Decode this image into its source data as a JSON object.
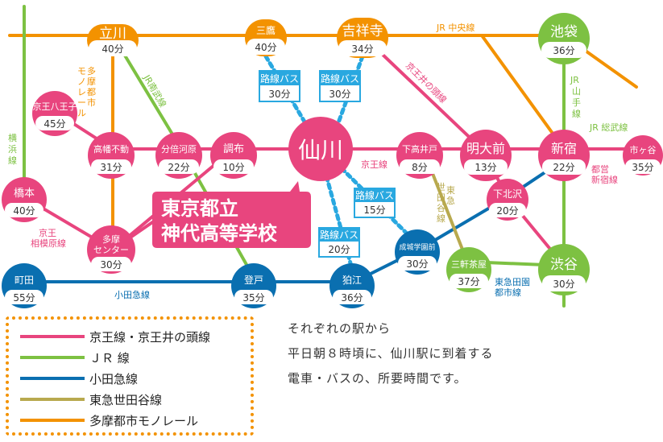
{
  "colors": {
    "keio": "#e8457e",
    "jr": "#7dc142",
    "odakyu": "#0a6fb0",
    "setagaya": "#b8a94e",
    "monorail": "#f39200",
    "bus": "#29a8e0",
    "school_bg": "#e8457e"
  },
  "stations": {
    "tachikawa": {
      "name": "立川",
      "time": "40分"
    },
    "mitaka": {
      "name": "三鷹",
      "time": "40分"
    },
    "kichijoji": {
      "name": "吉祥寺",
      "time": "34分"
    },
    "ikebukuro": {
      "name": "池袋",
      "time": "36分"
    },
    "keio_hachioji": {
      "name": "京王八王子",
      "time": "45分"
    },
    "takahatafudo": {
      "name": "高幡不動",
      "time": "31分"
    },
    "bubaigawara": {
      "name": "分倍河原",
      "time": "22分"
    },
    "chofu": {
      "name": "調布",
      "time": "10分"
    },
    "sengawa": {
      "name": "仙川"
    },
    "shimotakaido": {
      "name": "下高井戸",
      "time": "8分"
    },
    "meidaimae": {
      "name": "明大前",
      "time": "13分"
    },
    "shinjuku": {
      "name": "新宿",
      "time": "22分"
    },
    "ichigaya": {
      "name": "市ヶ谷",
      "time": "35分"
    },
    "hashimoto": {
      "name": "橋本",
      "time": "40分"
    },
    "tama_center": {
      "name": "多摩\nセンター",
      "time": "30分"
    },
    "shimokitazawa": {
      "name": "下北沢",
      "time": "20分"
    },
    "seijogakuenmae": {
      "name": "成城学園前",
      "time": "30分"
    },
    "sangenjaya": {
      "name": "三軒茶屋",
      "time": "37分"
    },
    "shibuya": {
      "name": "渋谷",
      "time": "30分"
    },
    "machida": {
      "name": "町田",
      "time": "55分"
    },
    "noborito": {
      "name": "登戸",
      "time": "35分"
    },
    "komae": {
      "name": "狛江",
      "time": "36分"
    }
  },
  "buses": [
    {
      "label": "路線バス",
      "time": "30分"
    },
    {
      "label": "路線バス",
      "time": "30分"
    },
    {
      "label": "路線バス",
      "time": "15分"
    },
    {
      "label": "路線バス",
      "time": "20分"
    }
  ],
  "line_labels": {
    "jr_chuo": "JR 中央線",
    "jr_yamanote": "JR\n山\n手\n線",
    "jr_sobu": "JR 総武線",
    "toei_shinjuku": "都営\n新宿線",
    "keio_inokashira": "京王井の頭線",
    "tama_monorail": "多\n摩\n都\n市\nモ\nノ\nレ\n|\nル",
    "jr_nambu": "JR南武線",
    "yokohama": "横\n浜\n線",
    "keio_line": "京王線",
    "keio_sagamihara": "京王\n相模原線",
    "tokyu_setagaya": "東急\n世田谷線",
    "odakyu": "小田急線",
    "tokyu_toyoko": "東急田園\n都市線"
  },
  "school": {
    "line1": "東京都立",
    "line2": "神代高等学校"
  },
  "description": [
    "それぞれの駅から",
    "平日朝８時頃に、仙川駅に到着する",
    "電車・バスの、所要時間です。"
  ],
  "legend": [
    {
      "label": "京王線・京王井の頭線",
      "color": "#e8457e"
    },
    {
      "label": "ＪＲ 線",
      "color": "#7dc142"
    },
    {
      "label": "小田急線",
      "color": "#0a6fb0"
    },
    {
      "label": "東急世田谷線",
      "color": "#b8a94e"
    },
    {
      "label": "多摩都市モノレール",
      "color": "#f39200"
    }
  ]
}
